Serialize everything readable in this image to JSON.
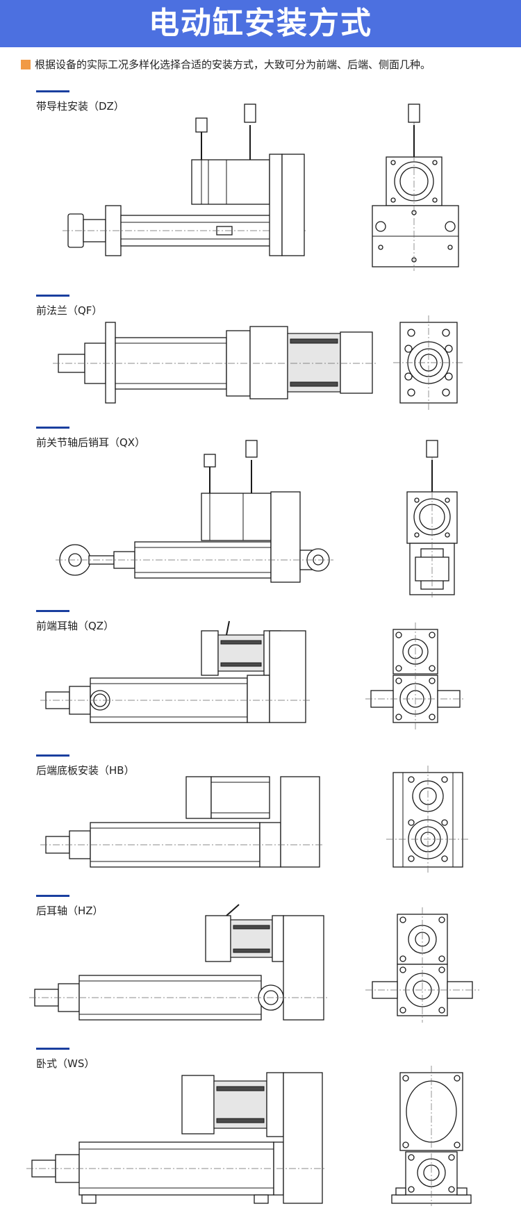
{
  "header": {
    "title": "电动缸安装方式"
  },
  "intro": {
    "text": "根据设备的实际工况多样化选择合适的安装方式，大致可分为前端、后端、侧面几种。"
  },
  "sections": [
    {
      "title": "带导柱安装（DZ）"
    },
    {
      "title": "前法兰（QF）"
    },
    {
      "title": "前关节轴后销耳（QX）"
    },
    {
      "title": "前端耳轴（QZ）"
    },
    {
      "title": "后端底板安装（HB）"
    },
    {
      "title": "后耳轴（HZ）"
    },
    {
      "title": "卧式（WS）"
    }
  ],
  "colors": {
    "banner": "#4c70e0",
    "accent_square": "#f19a45",
    "section_bar": "#1a3f9f"
  },
  "icons": {
    "bullet": "orange-square-icon"
  }
}
